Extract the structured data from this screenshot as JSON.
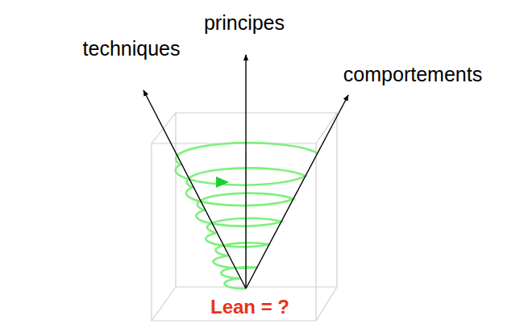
{
  "diagram": {
    "labels": [
      "techniques",
      "principes",
      "comportements",
      "Lean = ?"
    ]
  }
}
